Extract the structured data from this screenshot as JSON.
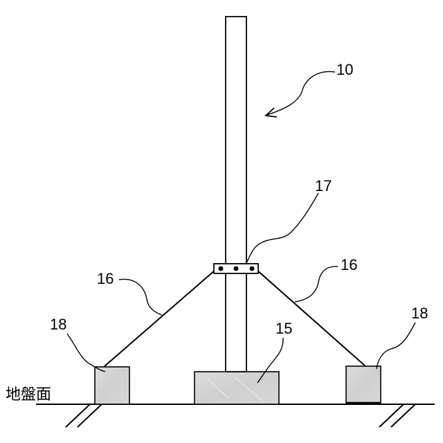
{
  "labels": {
    "assembly": "10",
    "foundation": "15",
    "stay_left": "16",
    "stay_right": "16",
    "clamp": "17",
    "anchor_left": "18",
    "anchor_right": "18",
    "ground": "地盤面"
  },
  "colors": {
    "line": "#000000",
    "block_fill": "#d6d6d6",
    "block_shade": "#c4c4c4"
  }
}
